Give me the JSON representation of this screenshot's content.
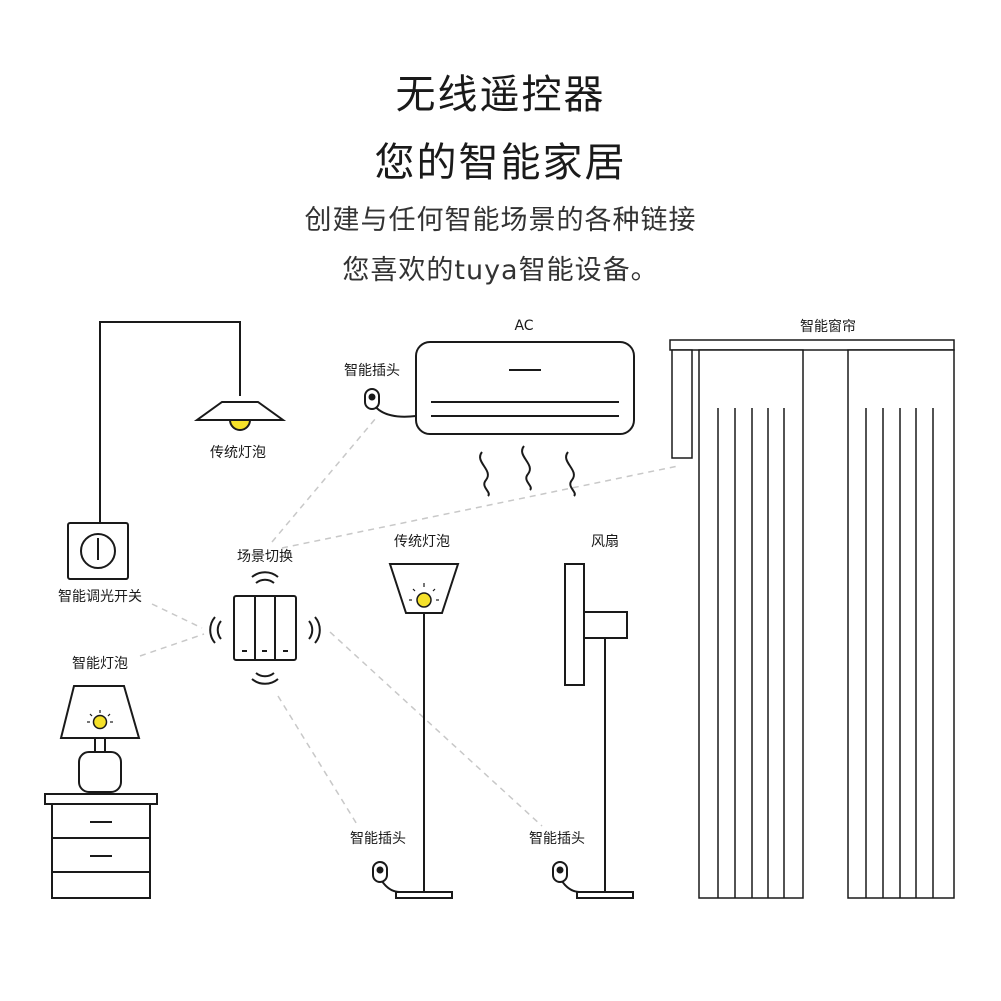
{
  "header": {
    "title_line1": "无线遥控器",
    "title_line2": "您的智能家居",
    "subtitle_line1": "创建与任何智能场景的各种链接",
    "subtitle_line2": "您喜欢的tuya智能设备。"
  },
  "labels": {
    "ceiling_bulb": "传统灯泡",
    "ac": "AC",
    "ac_plug": "智能插头",
    "curtain": "智能窗帘",
    "dimmer_switch": "智能调光开关",
    "scene_switch": "场景切换",
    "floor_lamp": "传统灯泡",
    "fan": "风扇",
    "smart_bulb": "智能灯泡",
    "plug_left": "智能插头",
    "plug_right": "智能插头"
  },
  "colors": {
    "line": "#1a1a1a",
    "bulb": "#f5e12a",
    "dashed": "#c8c8c8"
  }
}
